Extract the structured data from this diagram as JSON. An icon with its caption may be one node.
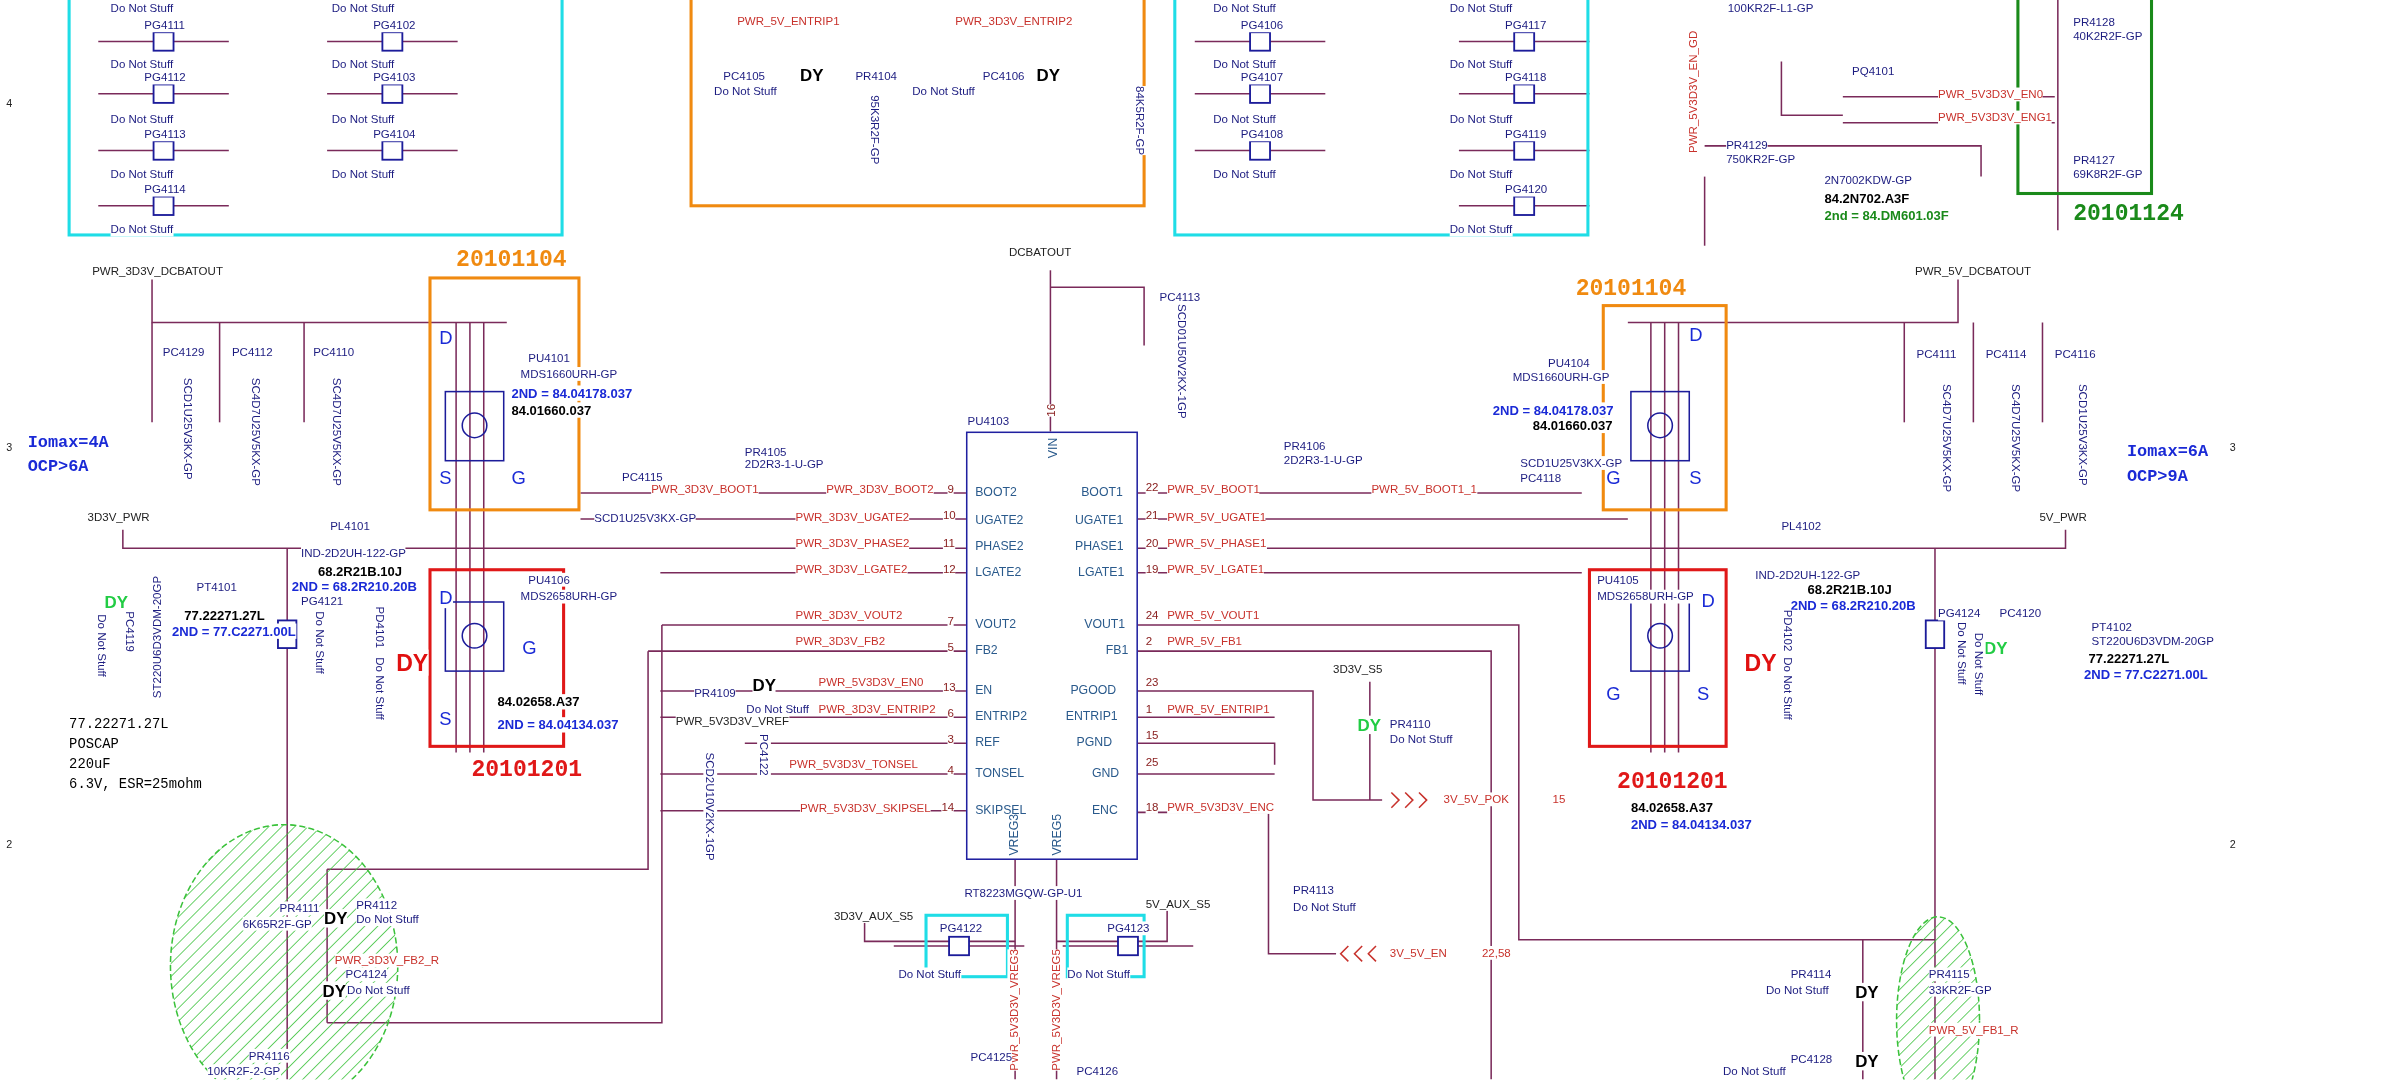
{
  "diagram": {
    "nodes": [
      {
        "text": [],
        "shape": "box"
      },
      {
        "text": [],
        "shape": "box"
      },
      {
        "text": [],
        "shape": "box"
      },
      {
        "text": [
          "20101124"
        ]
      },
      {
        "text": [
          "20101104"
        ]
      },
      {
        "text": [
          "PU4103"
        ]
      },
      {
        "text": [
          "20101104"
        ]
      },
      {
        "text": [
          "20101201"
        ]
      },
      {
        "text": [
          "20101201"
        ]
      },
      {
        "text": [],
        "shape": "box"
      },
      {
        "text": [],
        "shape": "box"
      },
      {
        "text": [],
        "shape": "ellipse"
      },
      {
        "text": [],
        "shape": "ellipse"
      }
    ],
    "labels": [
      "4",
      "3",
      "2",
      "3",
      "2",
      "Do Not Stuff",
      "PG4111",
      "Do Not Stuff",
      "PG4112",
      "Do Not Stuff",
      "PG4113",
      "Do Not Stuff",
      "PG4114",
      "Do Not Stuff",
      "Do Not Stuff",
      "PG4102",
      "Do Not Stuff",
      "PG4103",
      "Do Not Stuff",
      "PG4104",
      "Do Not Stuff",
      "PWR_5V_ENTRIP1",
      "PWR_3D3V_ENTRIP2",
      "PC4105",
      "DY",
      "PR4104",
      "Do Not Stuff",
      "95K3R2F-GP",
      "PC4106",
      "Do Not Stuff",
      "DY",
      "84K5R2F-GP",
      "Do Not Stuff",
      "PG4106",
      "Do Not Stuff",
      "PG4107",
      "Do Not Stuff",
      "PG4108",
      "Do Not Stuff",
      "Do Not Stuff",
      "PG4117",
      "Do Not Stuff",
      "PG4118",
      "Do Not Stuff",
      "PG4119",
      "Do Not Stuff",
      "PG4120",
      "Do Not Stuff",
      "100KR2F-L1-GP",
      "PWR_5V3D3V_EN_GD",
      "PQ4101",
      "PWR_5V3D3V_EN0",
      "PWR_5V3D3V_ENG1",
      "PR4129",
      "750KR2F-GP",
      "2N7002KDW-GP",
      "84.2N702.A3F",
      "2nd = 84.DM601.03F",
      "PR4128",
      "40K2R2F-GP",
      "PR4127",
      "69K8R2F-GP",
      "PWR_3D3V_DCBATOUT",
      "PC4129",
      "PC4112",
      "PC4110",
      "SCD1U25V3KX-GP",
      "SC4D7U25V5KX-GP",
      "SC4D7U25V5KX-GP",
      "Iomax=4A",
      "OCP>6A",
      "D",
      "PU4101",
      "MDS1660URH-GP",
      "2ND = 84.04178.037",
      "84.01660.037",
      "S",
      "G",
      "PR4105",
      "2D2R3-1-U-GP",
      "PC4115",
      "PWR_3D3V_BOOT1",
      "PWR_3D3V_BOOT2",
      "SCD1U25V3KX-GP",
      "DCBATOUT",
      "PC4113",
      "SCD01U50V2KX-1GP",
      "16",
      "VIN",
      "9",
      "BOOT2",
      "PWR_3D3V_UGATE2",
      "10",
      "UGATE2",
      "PWR_3D3V_PHASE2",
      "11",
      "PHASE2",
      "PWR_3D3V_LGATE2",
      "12",
      "LGATE2",
      "PWR_3D3V_VOUT2",
      "7",
      "VOUT2",
      "PWR_3D3V_FB2",
      "5",
      "FB2",
      "PR4109",
      "DY",
      "PWR_5V3D3V_EN0",
      "13",
      "EN",
      "Do Not Stuff",
      "PWR_3D3V_ENTRIP2",
      "6",
      "ENTRIP2",
      "PWR_5V3D3V_VREF",
      "3",
      "REF",
      "PWR_5V3D3V_TONSEL",
      "4",
      "TONSEL",
      "PWR_5V3D3V_SKIPSEL",
      "14",
      "SKIPSEL",
      "PC4122",
      "SCD2U10V2KX-1GP",
      "BOOT1",
      "22",
      "PWR_5V_BOOT1",
      "UGATE1",
      "21",
      "PWR_5V_UGATE1",
      "PHASE1",
      "20",
      "PWR_5V_PHASE1",
      "LGATE1",
      "19",
      "PWR_5V_LGATE1",
      "VOUT1",
      "24",
      "PWR_5V_VOUT1",
      "FB1",
      "2",
      "PWR_5V_FB1",
      "PGOOD",
      "23",
      "ENTRIP1",
      "1",
      "PWR_5V_ENTRIP1",
      "PGND",
      "15",
      "GND",
      "25",
      "ENC",
      "18",
      "PWR_5V3D3V_ENC",
      "VREG3",
      "VREG5",
      "RT8223MGQW-GP-U1",
      "PR4106",
      "2D2R3-1-U-GP",
      "PWR_5V_BOOT1_1",
      "SCD1U25V3KX-GP",
      "PC4118",
      "3D3V_S5",
      "DY",
      "PR4110",
      "Do Not Stuff",
      "3V_5V_POK",
      "15",
      "PR4113",
      "Do Not Stuff",
      "3V_5V_EN",
      "22,58",
      "3D3V_AUX_S5",
      "PG4122",
      "Do Not Stuff",
      "5V_AUX_S5",
      "PG4123",
      "Do Not Stuff",
      "PWR_5V3D3V_VREG3",
      "PWR_5V3D3V_VREG5",
      "PC4125",
      "PC4126",
      "PU4104",
      "MDS1660URH-GP",
      "2ND = 84.04178.037",
      "84.01660.037",
      "D",
      "G",
      "S",
      "PWR_5V_DCBATOUT",
      "PC4111",
      "PC4114",
      "PC4116",
      "SC4D7U25V5KX-GP",
      "SC4D7U25V5KX-GP",
      "SCD1U25V3KX-GP",
      "Iomax=6A",
      "OCP>9A",
      "3D3V_PWR",
      "PL4101",
      "IND-2D2UH-122-GP",
      "68.2R21B.10J",
      "PT4101",
      "2ND = 68.2R210.20B",
      "DY",
      "77.22271.27L",
      "2ND = 77.C2271.00L",
      "Do Not Stuff",
      "PC4119",
      "ST220U6D3VDM-20GP",
      "PG4121",
      "Do Not Stuff",
      "PD4101",
      "Do Not Stuff",
      "DY",
      "77.22271.27L",
      "POSCAP",
      "220uF",
      "6.3V, ESR=25mohm",
      "D",
      "PU4106",
      "MDS2658URH-GP",
      "S",
      "G",
      "84.02658.A37",
      "2ND = 84.04134.037",
      "PR4111",
      "6K65R2F-GP",
      "DY",
      "PR4112",
      "Do Not Stuff",
      "PWR_3D3V_FB2_R",
      "PC4124",
      "DY",
      "Do Not Stuff",
      "PR4116",
      "10KR2F-2-GP",
      "PL4102",
      "IND-2D2UH-122-GP",
      "68.2R21B.10J",
      "2ND = 68.2R210.20B",
      "PD4102",
      "Do Not Stuff",
      "DY",
      "PU4105",
      "MDS2658URH-GP",
      "D",
      "G",
      "S",
      "84.02658.A37",
      "2ND = 84.04134.037",
      "5V_PWR",
      "PG4124",
      "Do Not Stuff",
      "PC4120",
      "DY",
      "Do Not Stuff",
      "PT4102",
      "ST220U6D3VDM-20GP",
      "77.22271.27L",
      "2ND = 77.C2271.00L",
      "PR4114",
      "Do Not Stuff",
      "DY",
      "PR4115",
      "33KR2F-GP",
      "PWR_5V_FB1_R",
      "PC4128",
      "DY",
      "Do Not Stuff"
    ]
  }
}
